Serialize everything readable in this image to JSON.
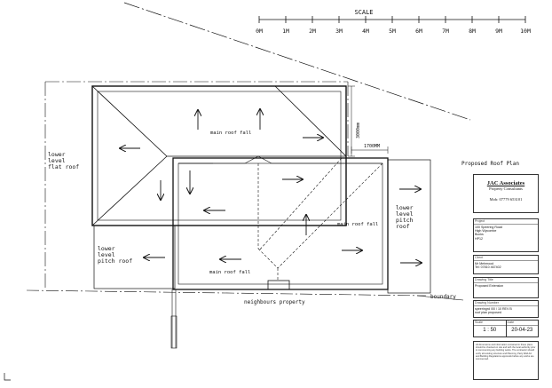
{
  "scale": {
    "title": "SCALE",
    "ticks": [
      "0M",
      "1M",
      "2M",
      "3M",
      "4M",
      "5M",
      "6M",
      "7M",
      "8M",
      "9M",
      "10M"
    ]
  },
  "plan": {
    "title": "Proposed Roof Plan",
    "labels": {
      "main_roof_fall": "main roof fall",
      "lower_level_flat_roof": [
        "lower",
        "level",
        "flat roof"
      ],
      "lower_level_pitch_roof_left": [
        "lower",
        "level",
        "pitch roof"
      ],
      "lower_level_pitch_roof_right": [
        "lower",
        "level",
        "pitch",
        "roof"
      ],
      "neighbours_property": "neighbours property",
      "boundary": "boundary"
    },
    "dimensions": {
      "height": "3000mm",
      "width": "1700MM"
    }
  },
  "title_block": {
    "company": "JAC Associates",
    "subtitle": "Property Consultants",
    "mobile": "Mob: 07779 653101",
    "project_label": "Project",
    "project_value": "100 Speering Road\nHigh Wycombe\nBucks\nHP12",
    "client_label": "Client",
    "client_value": "Mr Mehmood\nTel: 07810 467402",
    "drawing_title_label": "Drawing Title",
    "drawing_title_value": "Proposed Extension",
    "drawing_number_label": "Drawing Number",
    "drawing_number_value": "speeringrd /00 / 10 REV B\nroof plan proposed",
    "scale_label": "Scale",
    "scale_value": "1 : 50",
    "date_label": "Date",
    "date_value": "20-04-23",
    "notes": "All dimensions and information contained in these plans should be checked on site and with the local authority prior to commencing any building works. The contractor should verify all existing structure and Planning, Party Wall Act and Building Regulations approvals before any works are commenced."
  }
}
